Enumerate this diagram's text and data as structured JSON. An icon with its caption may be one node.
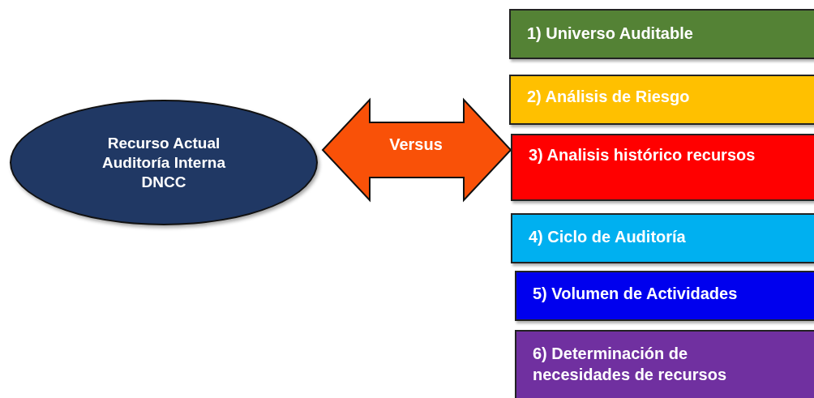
{
  "diagram": {
    "nodes": [
      {
        "text": [
          "Recurso Actual Auditoría Interna DNCC"
        ]
      },
      {
        "text": [
          "1) Universo Auditable"
        ]
      },
      {
        "text": [
          "2) Análisis de Riesgo"
        ]
      },
      {
        "text": [
          "3) Analisis histórico recursos"
        ]
      },
      {
        "text": [
          "4) Ciclo de Auditoría"
        ]
      },
      {
        "text": [
          "5) Volumen de Actividades"
        ]
      },
      {
        "text": [
          "6) Determinación de necesidades de recursos"
        ]
      }
    ],
    "edges": [
      {
        "from": 0,
        "to": 3,
        "arrow": "both",
        "label": "Versus",
        "style": "thick"
      }
    ]
  }
}
